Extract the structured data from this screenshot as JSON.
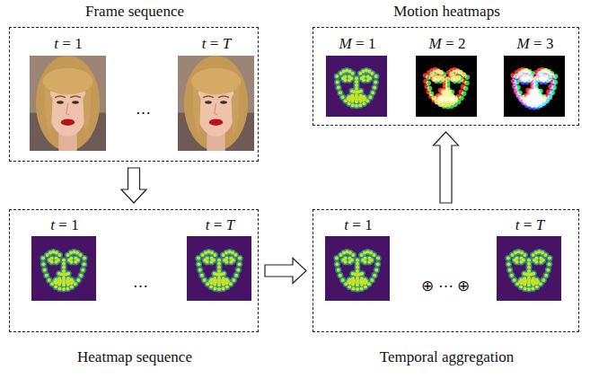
{
  "diagram": {
    "nodes": [
      {
        "text": [
          "Frame sequence",
          "t = 1",
          "t = T",
          "⋯"
        ]
      },
      {
        "text": [
          "Motion heatmaps",
          "M = 1",
          "M = 2",
          "M = 3"
        ]
      },
      {
        "text": [
          "Heatmap sequence",
          "t = 1",
          "t = T",
          "⋯"
        ]
      },
      {
        "text": [
          "Temporal aggregation",
          "t = 1",
          "⊕ ⋯ ⊕",
          "t = T"
        ]
      }
    ],
    "edges": [
      {
        "from": 0,
        "to": 2,
        "arrow": "to"
      },
      {
        "from": 2,
        "to": 3,
        "arrow": "to"
      },
      {
        "from": 3,
        "to": 1,
        "arrow": "to"
      }
    ]
  }
}
